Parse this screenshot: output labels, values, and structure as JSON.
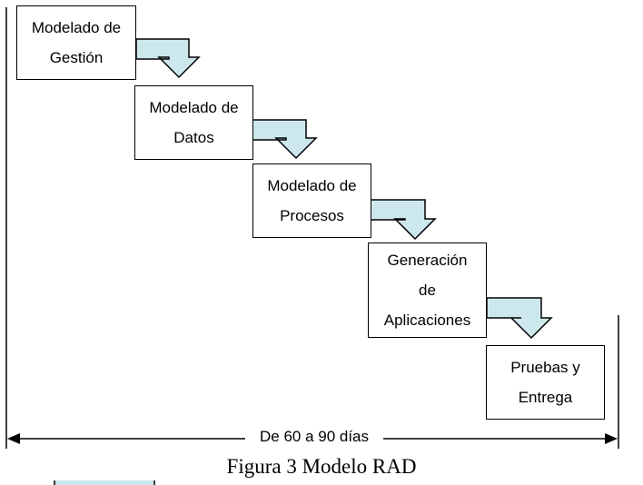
{
  "diagram": {
    "stages": [
      {
        "line1": "Modelado de",
        "line2": "Gestión",
        "line3": ""
      },
      {
        "line1": "Modelado de",
        "line2": "Datos",
        "line3": ""
      },
      {
        "line1": "Modelado de",
        "line2": "Procesos",
        "line3": ""
      },
      {
        "line1": "Generación",
        "line2": "de",
        "line3": "Aplicaciones"
      },
      {
        "line1": "Pruebas y",
        "line2": "Entrega",
        "line3": ""
      }
    ],
    "timeline_label": "De 60 a 90 días",
    "arrow_fill": "#cde8ec"
  },
  "caption": "Figura 3 Modelo RAD"
}
